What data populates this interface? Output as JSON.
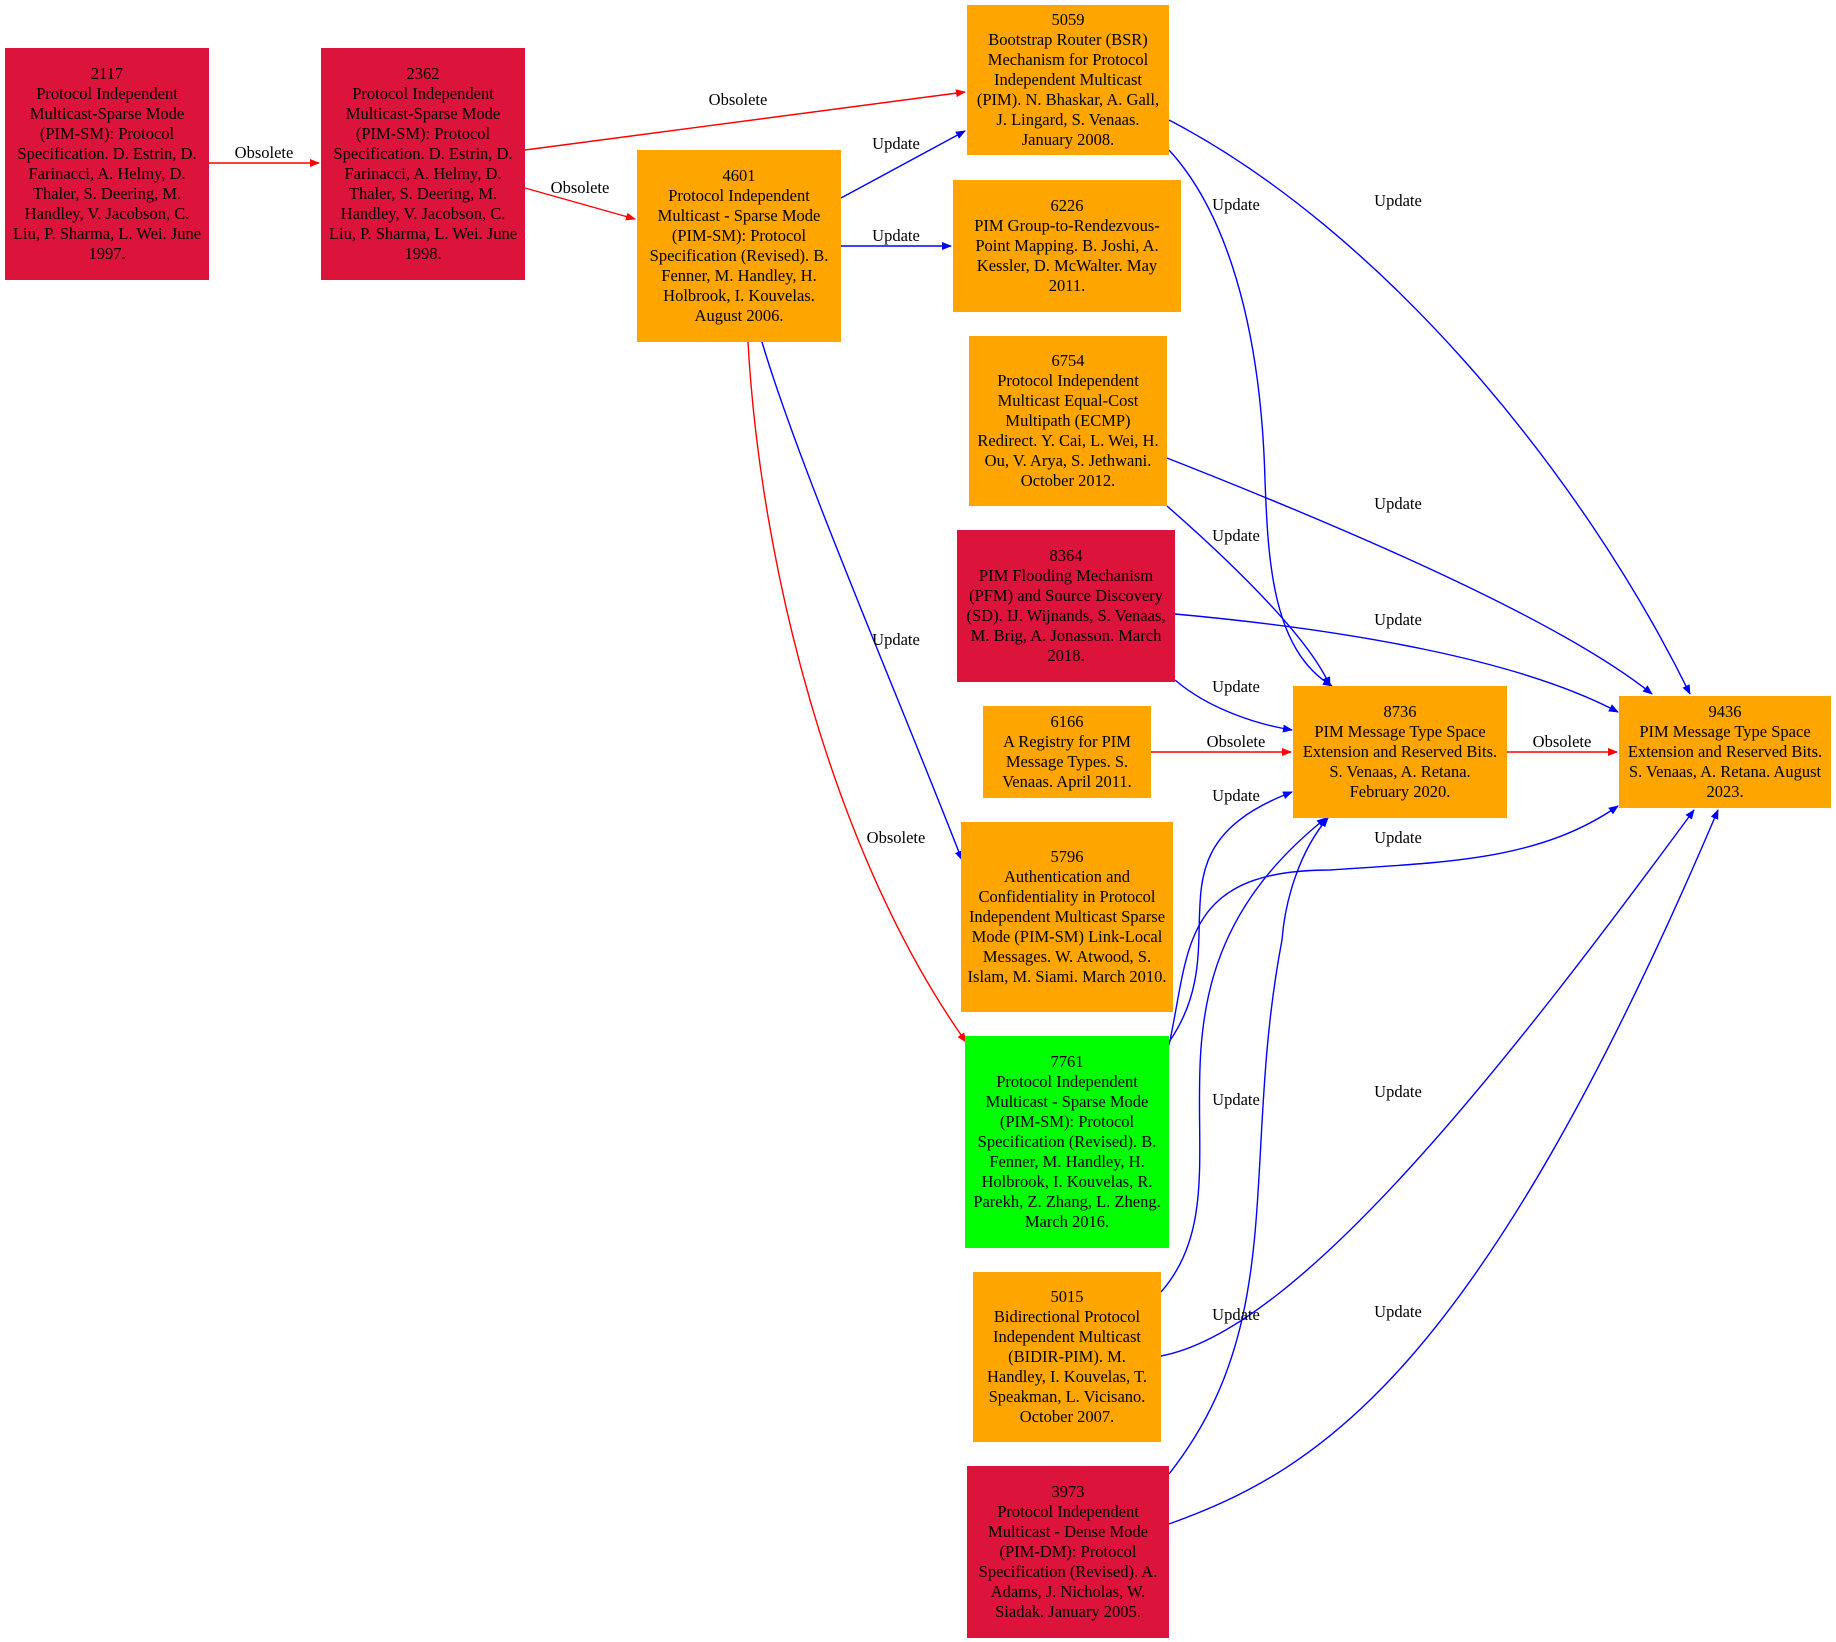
{
  "legend_colors": {
    "obsolete_status": "#dc143c",
    "current_status": "#ffa500",
    "standard_status": "#00ff00",
    "obsolete_edge": "#ff0000",
    "update_edge": "#0000ff"
  },
  "nodes": {
    "n2117": {
      "number": "2117",
      "title": "Protocol Independent Multicast-Sparse Mode (PIM-SM): Protocol Specification. D. Estrin, D. Farinacci, A. Helmy, D. Thaler, S. Deering, M. Handley, V. Jacobson, C. Liu, P. Sharma, L. Wei. June 1997.",
      "color": "#dc143c"
    },
    "n2362": {
      "number": "2362",
      "title": "Protocol Independent Multicast-Sparse Mode (PIM-SM): Protocol Specification. D. Estrin, D. Farinacci, A. Helmy, D. Thaler, S. Deering, M. Handley, V. Jacobson, C. Liu, P. Sharma, L. Wei. June 1998.",
      "color": "#dc143c"
    },
    "n4601": {
      "number": "4601",
      "title": "Protocol Independent Multicast - Sparse Mode (PIM-SM): Protocol Specification (Revised). B. Fenner, M. Handley, H. Holbrook, I. Kouvelas. August 2006.",
      "color": "#ffa500"
    },
    "n5059": {
      "number": "5059",
      "title": "Bootstrap Router (BSR) Mechanism for Protocol Independent Multicast (PIM). N. Bhaskar, A. Gall, J. Lingard, S. Venaas. January 2008.",
      "color": "#ffa500"
    },
    "n6226": {
      "number": "6226",
      "title": "PIM Group-to-Rendezvous-Point Mapping. B. Joshi, A. Kessler, D. McWalter. May 2011.",
      "color": "#ffa500"
    },
    "n6754": {
      "number": "6754",
      "title": "Protocol Independent Multicast Equal-Cost Multipath (ECMP) Redirect. Y. Cai, L. Wei, H. Ou, V. Arya, S. Jethwani. October 2012.",
      "color": "#ffa500"
    },
    "n8364": {
      "number": "8364",
      "title": "PIM Flooding Mechanism (PFM) and Source Discovery (SD). IJ. Wijnands, S. Venaas, M. Brig, A. Jonasson. March 2018.",
      "color": "#dc143c"
    },
    "n6166": {
      "number": "6166",
      "title": "A Registry for PIM Message Types. S. Venaas. April 2011.",
      "color": "#ffa500"
    },
    "n5796": {
      "number": "5796",
      "title": "Authentication and Confidentiality in Protocol Independent Multicast Sparse Mode (PIM-SM) Link-Local Messages. W. Atwood, S. Islam, M. Siami. March 2010.",
      "color": "#ffa500"
    },
    "n7761": {
      "number": "7761",
      "title": "Protocol Independent Multicast - Sparse Mode (PIM-SM): Protocol Specification (Revised). B. Fenner, M. Handley, H. Holbrook, I. Kouvelas, R. Parekh, Z. Zhang, L. Zheng. March 2016.",
      "color": "#00ff00"
    },
    "n5015": {
      "number": "5015",
      "title": "Bidirectional Protocol Independent Multicast (BIDIR-PIM). M. Handley, I. Kouvelas, T. Speakman, L. Vicisano. October 2007.",
      "color": "#ffa500"
    },
    "n3973": {
      "number": "3973",
      "title": "Protocol Independent Multicast - Dense Mode (PIM-DM): Protocol Specification (Revised). A. Adams, J. Nicholas, W. Siadak. January 2005.",
      "color": "#dc143c"
    },
    "n8736": {
      "number": "8736",
      "title": "PIM Message Type Space Extension and Reserved Bits. S. Venaas, A. Retana. February 2020.",
      "color": "#ffa500"
    },
    "n9436": {
      "number": "9436",
      "title": "PIM Message Type Space Extension and Reserved Bits. S. Venaas, A. Retana. August 2023.",
      "color": "#ffa500"
    }
  },
  "edges": [
    {
      "from": "2117",
      "to": "2362",
      "label": "Obsolete",
      "kind": "obsolete"
    },
    {
      "from": "2362",
      "to": "5059",
      "label": "Obsolete",
      "kind": "obsolete"
    },
    {
      "from": "2362",
      "to": "4601",
      "label": "Obsolete",
      "kind": "obsolete"
    },
    {
      "from": "4601",
      "to": "5059",
      "label": "Update",
      "kind": "update"
    },
    {
      "from": "4601",
      "to": "6226",
      "label": "Update",
      "kind": "update"
    },
    {
      "from": "4601",
      "to": "5796",
      "label": "Update",
      "kind": "update"
    },
    {
      "from": "4601",
      "to": "7761",
      "label": "Obsolete",
      "kind": "obsolete"
    },
    {
      "from": "5059",
      "to": "8736",
      "label": "Update",
      "kind": "update"
    },
    {
      "from": "5059",
      "to": "9436",
      "label": "Update",
      "kind": "update"
    },
    {
      "from": "6754",
      "to": "9436",
      "label": "Update",
      "kind": "update"
    },
    {
      "from": "6754",
      "to": "8736",
      "label": "Update",
      "kind": "update"
    },
    {
      "from": "8364",
      "to": "9436",
      "label": "Update",
      "kind": "update"
    },
    {
      "from": "8364",
      "to": "8736",
      "label": "Update",
      "kind": "update"
    },
    {
      "from": "6166",
      "to": "8736",
      "label": "Obsolete",
      "kind": "obsolete"
    },
    {
      "from": "8736",
      "to": "9436",
      "label": "Obsolete",
      "kind": "obsolete"
    },
    {
      "from": "7761",
      "to": "8736",
      "label": "Update",
      "kind": "update"
    },
    {
      "from": "7761",
      "to": "9436",
      "label": "Update",
      "kind": "update"
    },
    {
      "from": "5015",
      "to": "8736",
      "label": "Update",
      "kind": "update"
    },
    {
      "from": "5015",
      "to": "9436",
      "label": "Update",
      "kind": "update"
    },
    {
      "from": "3973",
      "to": "8736",
      "label": "Update",
      "kind": "update"
    },
    {
      "from": "3973",
      "to": "9436",
      "label": "Update",
      "kind": "update"
    }
  ]
}
